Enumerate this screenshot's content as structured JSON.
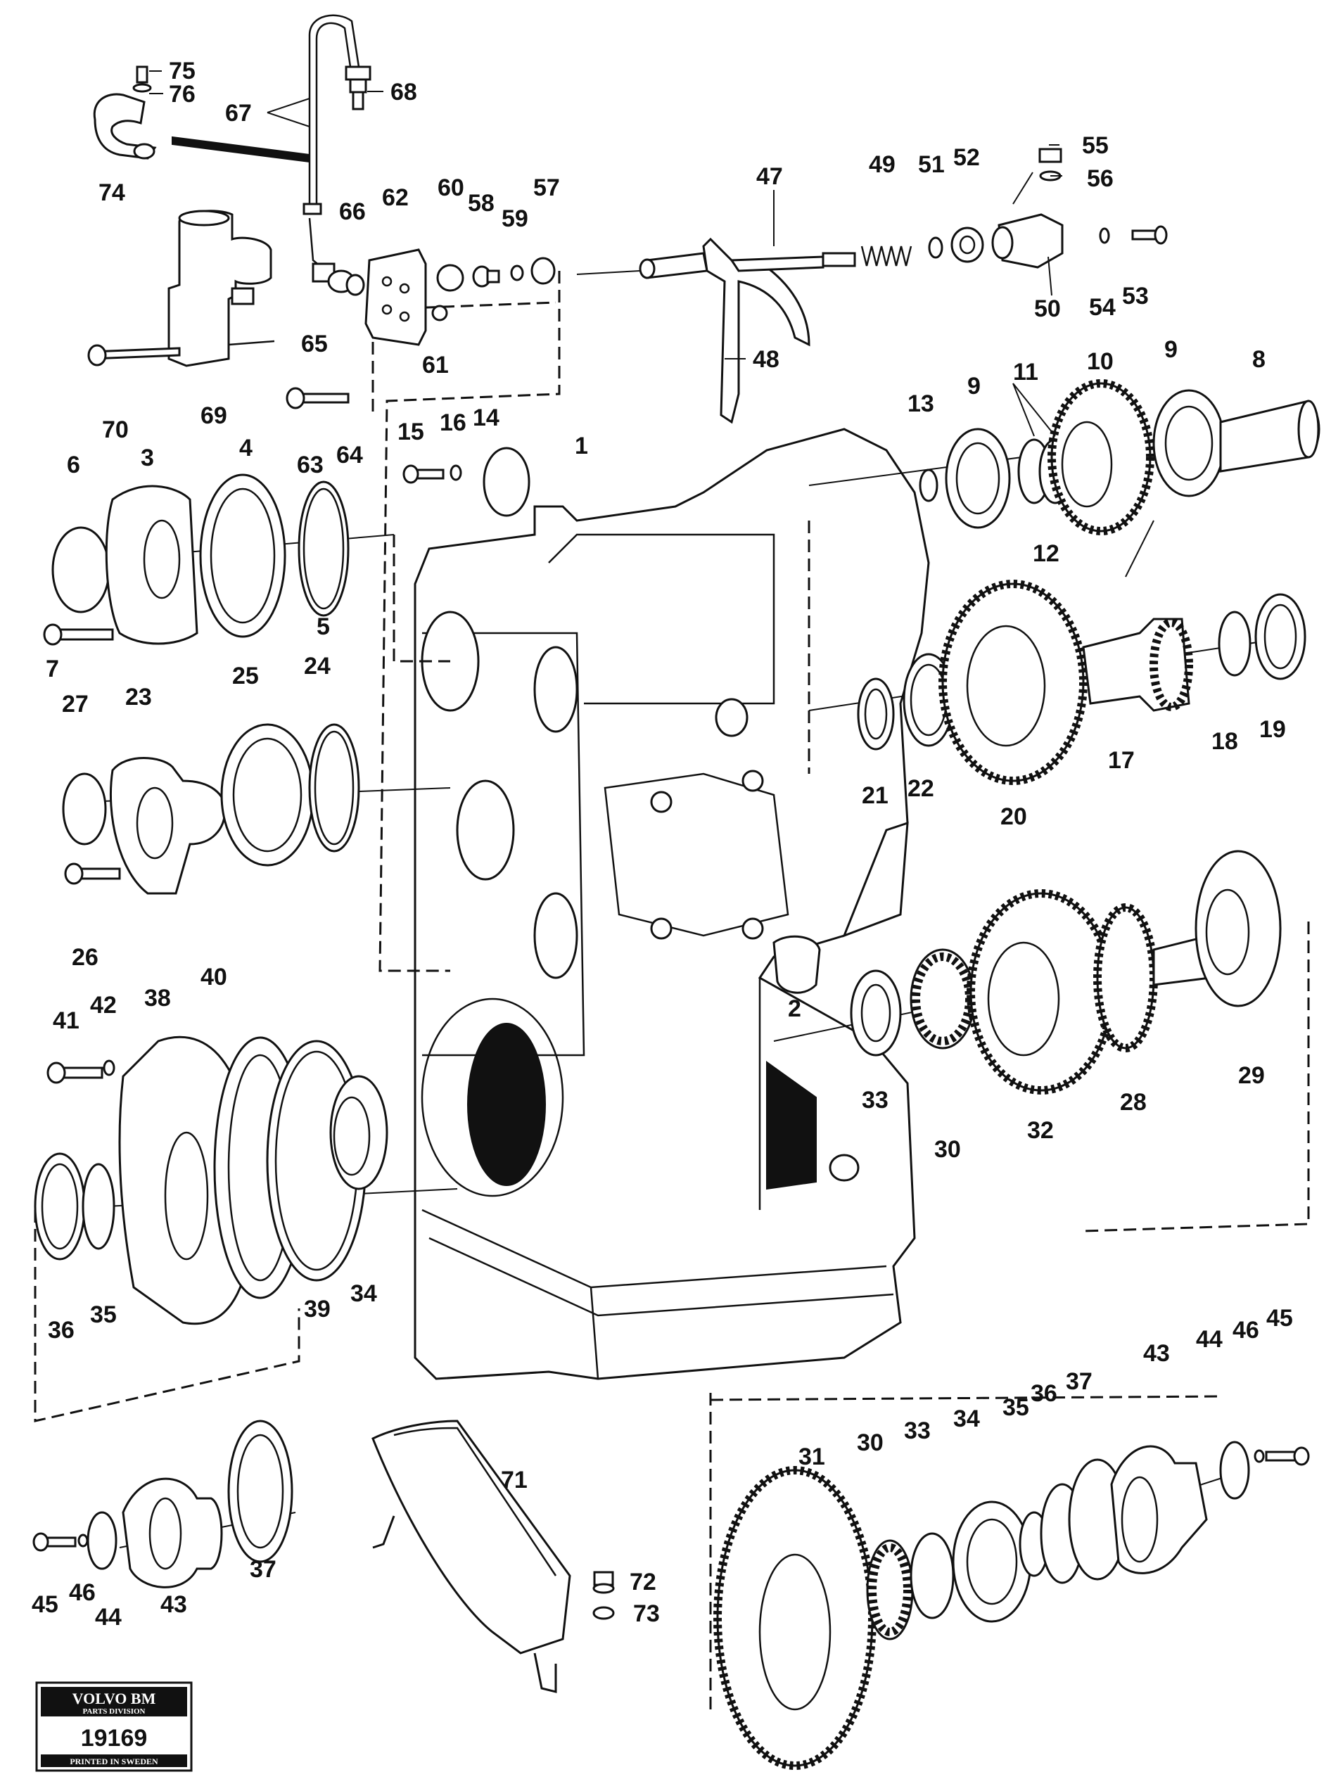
{
  "stamp": {
    "brand": "VOLVO BM",
    "division": "PARTS DIVISION",
    "number": "19169",
    "printed": "PRINTED IN SWEDEN"
  },
  "callouts": [
    {
      "id": "c75",
      "text": "75"
    },
    {
      "id": "c76",
      "text": "76"
    },
    {
      "id": "c74",
      "text": "74"
    },
    {
      "id": "c67",
      "text": "67"
    },
    {
      "id": "c68",
      "text": "68"
    },
    {
      "id": "c66",
      "text": "66"
    },
    {
      "id": "c62",
      "text": "62"
    },
    {
      "id": "c60",
      "text": "60"
    },
    {
      "id": "c58",
      "text": "58"
    },
    {
      "id": "c59",
      "text": "59"
    },
    {
      "id": "c57",
      "text": "57"
    },
    {
      "id": "c65",
      "text": "65"
    },
    {
      "id": "c61",
      "text": "61"
    },
    {
      "id": "c70",
      "text": "70"
    },
    {
      "id": "c69",
      "text": "69"
    },
    {
      "id": "c63",
      "text": "63"
    },
    {
      "id": "c64",
      "text": "64"
    },
    {
      "id": "c47",
      "text": "47"
    },
    {
      "id": "c49",
      "text": "49"
    },
    {
      "id": "c51",
      "text": "51"
    },
    {
      "id": "c52",
      "text": "52"
    },
    {
      "id": "c55",
      "text": "55"
    },
    {
      "id": "c56",
      "text": "56"
    },
    {
      "id": "c50",
      "text": "50"
    },
    {
      "id": "c54",
      "text": "54"
    },
    {
      "id": "c53",
      "text": "53"
    },
    {
      "id": "c48",
      "text": "48"
    },
    {
      "id": "c15",
      "text": "15"
    },
    {
      "id": "c16",
      "text": "16"
    },
    {
      "id": "c14",
      "text": "14"
    },
    {
      "id": "c1",
      "text": "1"
    },
    {
      "id": "c6",
      "text": "6"
    },
    {
      "id": "c3",
      "text": "3"
    },
    {
      "id": "c4",
      "text": "4"
    },
    {
      "id": "c5",
      "text": "5"
    },
    {
      "id": "c7",
      "text": "7"
    },
    {
      "id": "c13",
      "text": "13"
    },
    {
      "id": "c9a",
      "text": "9"
    },
    {
      "id": "c11",
      "text": "11"
    },
    {
      "id": "c10",
      "text": "10"
    },
    {
      "id": "c9b",
      "text": "9"
    },
    {
      "id": "c8",
      "text": "8"
    },
    {
      "id": "c12",
      "text": "12"
    },
    {
      "id": "c27",
      "text": "27"
    },
    {
      "id": "c23",
      "text": "23"
    },
    {
      "id": "c25",
      "text": "25"
    },
    {
      "id": "c24",
      "text": "24"
    },
    {
      "id": "c26",
      "text": "26"
    },
    {
      "id": "c21",
      "text": "21"
    },
    {
      "id": "c22",
      "text": "22"
    },
    {
      "id": "c20",
      "text": "20"
    },
    {
      "id": "c17",
      "text": "17"
    },
    {
      "id": "c18",
      "text": "18"
    },
    {
      "id": "c19",
      "text": "19"
    },
    {
      "id": "c2",
      "text": "2"
    },
    {
      "id": "c33a",
      "text": "33"
    },
    {
      "id": "c30a",
      "text": "30"
    },
    {
      "id": "c32",
      "text": "32"
    },
    {
      "id": "c28",
      "text": "28"
    },
    {
      "id": "c29",
      "text": "29"
    },
    {
      "id": "c41",
      "text": "41"
    },
    {
      "id": "c42",
      "text": "42"
    },
    {
      "id": "c38",
      "text": "38"
    },
    {
      "id": "c40",
      "text": "40"
    },
    {
      "id": "c36a",
      "text": "36"
    },
    {
      "id": "c35a",
      "text": "35"
    },
    {
      "id": "c39",
      "text": "39"
    },
    {
      "id": "c34a",
      "text": "34"
    },
    {
      "id": "c45a",
      "text": "45"
    },
    {
      "id": "c46a",
      "text": "46"
    },
    {
      "id": "c44a",
      "text": "44"
    },
    {
      "id": "c43a",
      "text": "43"
    },
    {
      "id": "c37a",
      "text": "37"
    },
    {
      "id": "c71",
      "text": "71"
    },
    {
      "id": "c72",
      "text": "72"
    },
    {
      "id": "c73",
      "text": "73"
    },
    {
      "id": "c31",
      "text": "31"
    },
    {
      "id": "c30b",
      "text": "30"
    },
    {
      "id": "c33b",
      "text": "33"
    },
    {
      "id": "c34b",
      "text": "34"
    },
    {
      "id": "c35b",
      "text": "35"
    },
    {
      "id": "c36b",
      "text": "36"
    },
    {
      "id": "c37b",
      "text": "37"
    },
    {
      "id": "c43b",
      "text": "43"
    },
    {
      "id": "c44b",
      "text": "44"
    },
    {
      "id": "c46b",
      "text": "46"
    },
    {
      "id": "c45b",
      "text": "45"
    }
  ]
}
